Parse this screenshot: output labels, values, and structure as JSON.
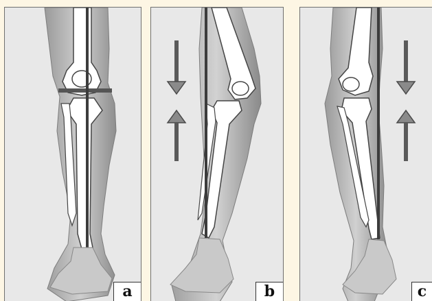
{
  "panels": [
    {
      "label": "a",
      "view": "straight-leg-alignment"
    },
    {
      "label": "b",
      "view": "knee-flexed-forward"
    },
    {
      "label": "c",
      "view": "knee-hyperextended"
    }
  ],
  "icons": {
    "arrow_down": "arrow-down-icon",
    "arrow_up": "arrow-up-icon"
  },
  "colors": {
    "background": "#fdf6e4",
    "panel": "#e8e8e8",
    "bone": "#ffffff",
    "axis_line": "#3c3c3c",
    "arrow": "#5a5a5a"
  }
}
